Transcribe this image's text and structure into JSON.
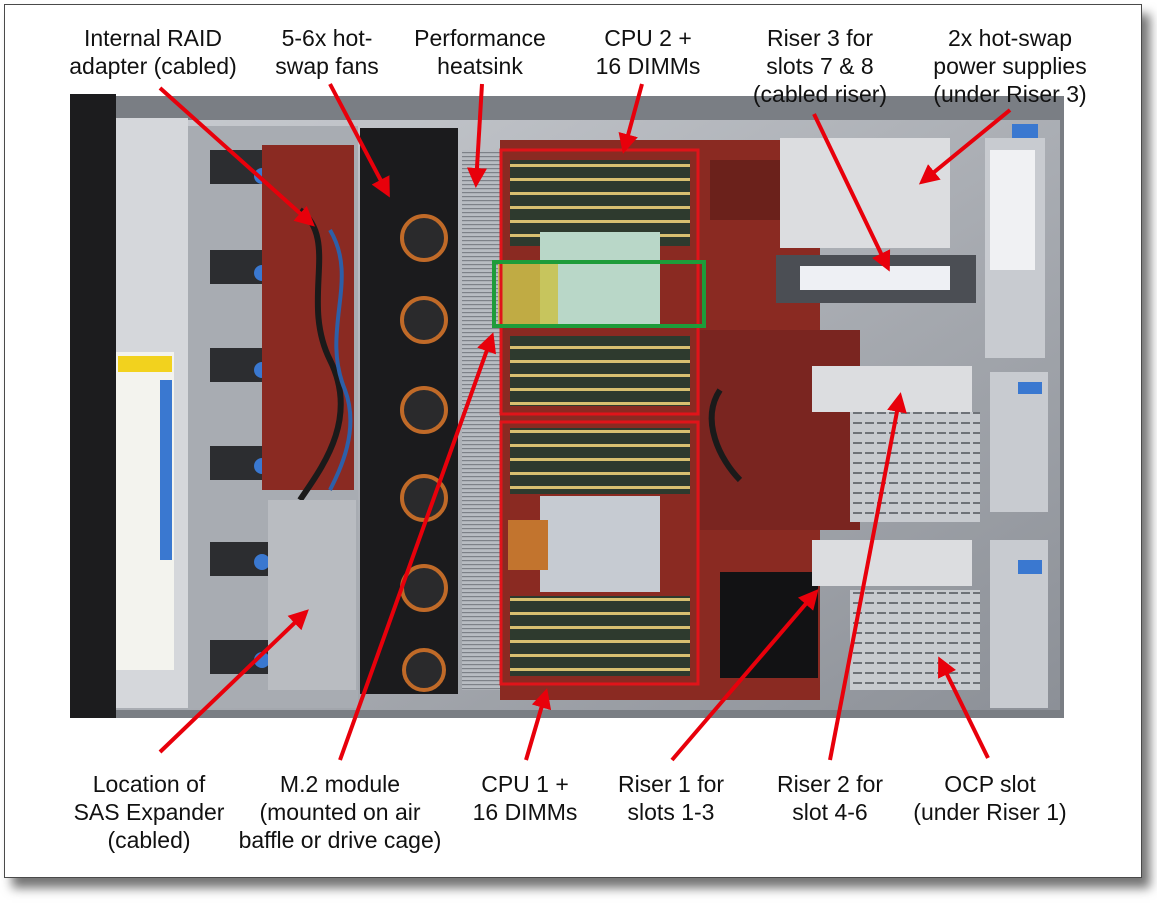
{
  "labels": {
    "internal_raid": [
      "Internal RAID",
      "adapter (cabled)"
    ],
    "hot_swap_fans": [
      "5-6x hot-",
      "swap fans"
    ],
    "performance_heatsink": [
      "Performance",
      "heatsink"
    ],
    "cpu2": [
      "CPU 2 +",
      "16 DIMMs"
    ],
    "riser3": [
      "Riser 3 for",
      "slots 7 & 8",
      "(cabled riser)"
    ],
    "power_supplies": [
      "2x hot-swap",
      "power supplies",
      "(under Riser 3)"
    ],
    "sas_expander": [
      "Location of",
      "SAS Expander",
      "(cabled)"
    ],
    "m2_module": [
      "M.2 module",
      "(mounted on air",
      "baffle or drive cage)"
    ],
    "cpu1": [
      "CPU 1 +",
      "16 DIMMs"
    ],
    "riser1": [
      "Riser 1 for",
      "slots 1-3"
    ],
    "riser2": [
      "Riser 2 for",
      "slot 4-6"
    ],
    "ocp_slot": [
      "OCP slot",
      "(under Riser 1)"
    ]
  },
  "colors": {
    "arrow": "#e8000b",
    "highlight_box": "#e0141a",
    "heatsink_box": "#1e9c3a",
    "board": "#8a2a22",
    "chassis": "#9b9fa6"
  }
}
